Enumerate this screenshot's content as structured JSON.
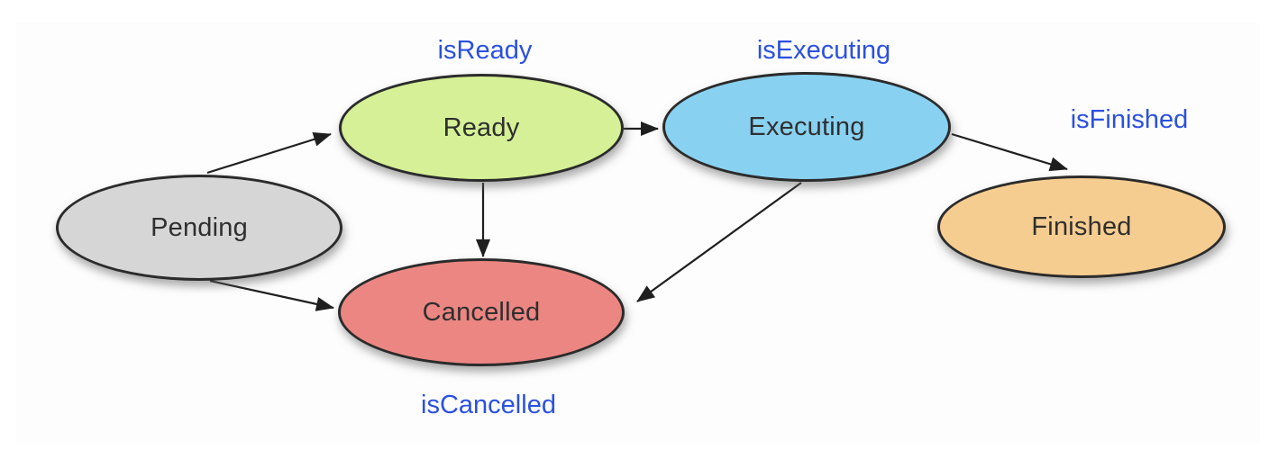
{
  "nodes": {
    "pending": {
      "label": "Pending",
      "color": "#d6d6d6"
    },
    "ready": {
      "label": "Ready",
      "color": "#d5f096"
    },
    "executing": {
      "label": "Executing",
      "color": "#89d1f1"
    },
    "finished": {
      "label": "Finished",
      "color": "#f6cd90"
    },
    "cancelled": {
      "label": "Cancelled",
      "color": "#ec8682"
    }
  },
  "guards": {
    "ready": "isReady",
    "executing": "isExecuting",
    "finished": "isFinished",
    "cancelled": "isCancelled"
  },
  "transitions": [
    {
      "from": "Pending",
      "to": "Ready"
    },
    {
      "from": "Pending",
      "to": "Cancelled"
    },
    {
      "from": "Ready",
      "to": "Executing"
    },
    {
      "from": "Ready",
      "to": "Cancelled"
    },
    {
      "from": "Executing",
      "to": "Finished"
    },
    {
      "from": "Executing",
      "to": "Cancelled"
    }
  ],
  "colors": {
    "guard_text": "#2b50e0",
    "node_border": "#2b2b2b",
    "node_text": "#2f2f2f",
    "arrow": "#1f1f1f"
  }
}
